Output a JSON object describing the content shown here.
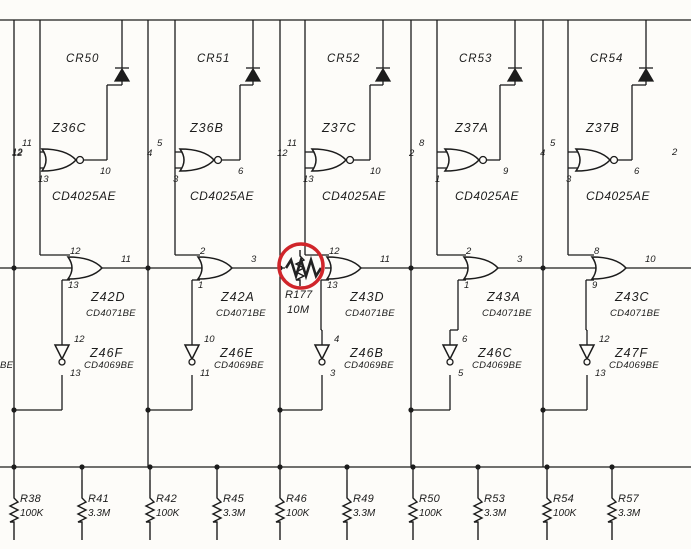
{
  "diodes": [
    "CR50",
    "CR51",
    "CR52",
    "CR53",
    "CR54"
  ],
  "nor_gates": [
    {
      "ref": "Z36C",
      "part": "CD4025AE",
      "pins": [
        "11",
        "12",
        "13",
        "10"
      ]
    },
    {
      "ref": "Z36B",
      "part": "CD4025AE",
      "pins": [
        "5",
        "4",
        "3",
        "6"
      ]
    },
    {
      "ref": "Z37C",
      "part": "CD4025AE",
      "pins": [
        "11",
        "12",
        "13",
        "10"
      ]
    },
    {
      "ref": "Z37A",
      "part": "CD4025AE",
      "pins": [
        "8",
        "2",
        "1",
        "9"
      ]
    },
    {
      "ref": "Z37B",
      "part": "CD4025AE",
      "pins": [
        "5",
        "4",
        "3",
        "6"
      ]
    }
  ],
  "or_gates": [
    {
      "ref": "Z42D",
      "part": "CD4071BE",
      "pins": [
        "12",
        "13",
        "11"
      ]
    },
    {
      "ref": "Z42A",
      "part": "CD4071BE",
      "pins": [
        "2",
        "1",
        "3"
      ]
    },
    {
      "ref": "Z43D",
      "part": "CD4071BE",
      "pins": [
        "12",
        "13",
        "11"
      ]
    },
    {
      "ref": "Z43A",
      "part": "CD4071BE",
      "pins": [
        "2",
        "1",
        "3"
      ]
    },
    {
      "ref": "Z43C",
      "part": "CD4071BE",
      "pins": [
        "8",
        "9",
        "10"
      ]
    }
  ],
  "inverters": [
    {
      "ref": "Z46F",
      "part": "CD4069BE",
      "pins": [
        "12",
        "13"
      ]
    },
    {
      "ref": "Z46E",
      "part": "CD4069BE",
      "pins": [
        "10",
        "11"
      ]
    },
    {
      "ref": "Z46B",
      "part": "CD4069BE",
      "pins": [
        "4",
        "3"
      ]
    },
    {
      "ref": "Z46C",
      "part": "CD4069BE",
      "pins": [
        "6",
        "5"
      ]
    },
    {
      "ref": "Z47F",
      "part": "CD4069BE",
      "pins": [
        "12",
        "13"
      ]
    }
  ],
  "highlighted_resistor": {
    "ref": "R177",
    "value": "10M"
  },
  "bottom_resistors": [
    {
      "ref": "R38",
      "value": "100K"
    },
    {
      "ref": "R41",
      "value": "3.3M"
    },
    {
      "ref": "R42",
      "value": "100K"
    },
    {
      "ref": "R45",
      "value": "3.3M"
    },
    {
      "ref": "R46",
      "value": "100K"
    },
    {
      "ref": "R49",
      "value": "3.3M"
    },
    {
      "ref": "R50",
      "value": "100K"
    },
    {
      "ref": "R53",
      "value": "3.3M"
    },
    {
      "ref": "R54",
      "value": "100K"
    },
    {
      "ref": "R57",
      "value": "3.3M"
    }
  ],
  "edge_labels": {
    "left_pin": "12",
    "right_pin": "2",
    "left_part_fragment": "BE"
  },
  "colors": {
    "ink": "#1c1c1c",
    "paper": "#fdfcf9",
    "highlight": "#d0252a"
  }
}
